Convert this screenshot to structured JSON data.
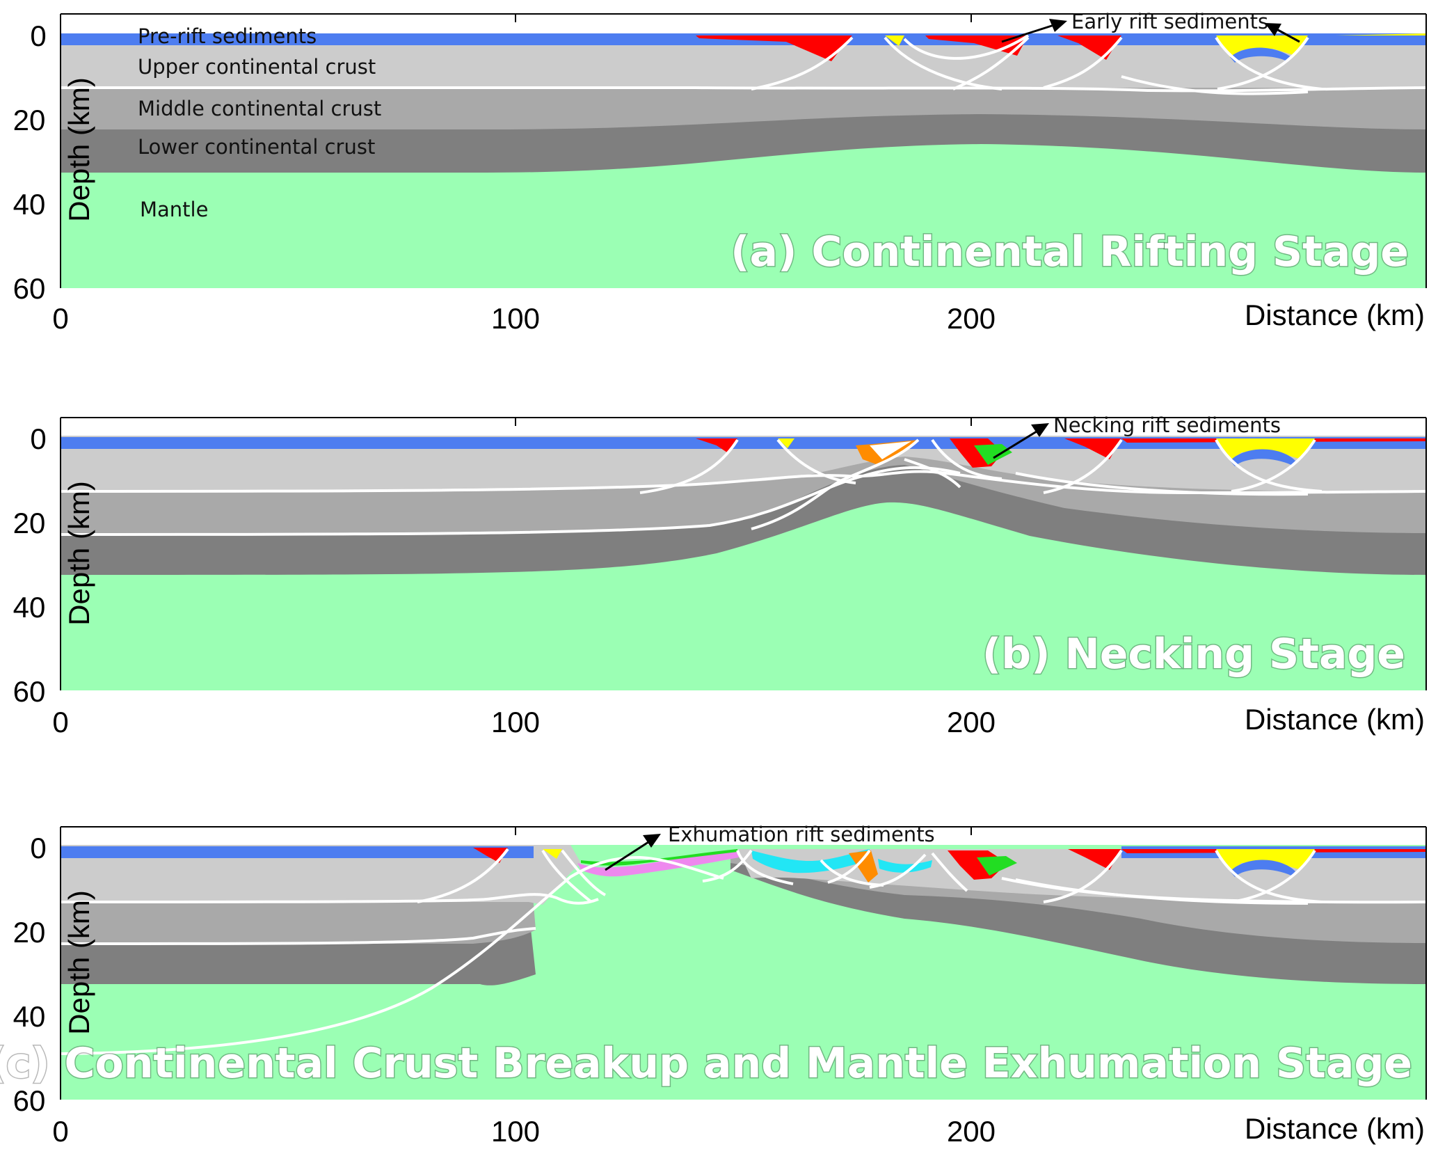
{
  "colors": {
    "mantle": "#9bffb4",
    "lower_crust": "#7f7f7f",
    "middle_crust": "#a9a9a9",
    "upper_crust": "#cccccc",
    "pre_rift": "#4d7df0",
    "early_rift": "#ff0000",
    "yellow_sed": "#ffff00",
    "orange_sed": "#ff8c00",
    "green_sed": "#22dd22",
    "cyan_sed": "#22e6f5",
    "magenta_sed": "#ee88ee",
    "fault": "#ffffff"
  },
  "panels": [
    {
      "id": "a",
      "stage_title": "(a) Continental Rifting Stage",
      "ylabel": "Depth (km)",
      "xlabel": "Distance (km)",
      "x_ticks": [
        "0",
        "100",
        "200"
      ],
      "y_ticks": [
        "0",
        "20",
        "40",
        "60"
      ],
      "layer_labels": [
        "Pre-rift sediments",
        "Upper continental crust",
        "Middle continental crust",
        "Lower continental crust",
        "Mantle"
      ],
      "annotation": "Early rift sediments"
    },
    {
      "id": "b",
      "stage_title": "(b) Necking Stage",
      "ylabel": "Depth (km)",
      "xlabel": "Distance (km)",
      "x_ticks": [
        "0",
        "100",
        "200"
      ],
      "y_ticks": [
        "0",
        "20",
        "40",
        "60"
      ],
      "annotation": "Necking rift sediments"
    },
    {
      "id": "c",
      "stage_title": "(c) Continental Crust Breakup and Mantle Exhumation Stage",
      "ylabel": "Depth (km)",
      "xlabel": "Distance (km)",
      "x_ticks": [
        "0",
        "100",
        "200"
      ],
      "y_ticks": [
        "0",
        "20",
        "40",
        "60"
      ],
      "annotation": "Exhumation rift sediments"
    }
  ]
}
